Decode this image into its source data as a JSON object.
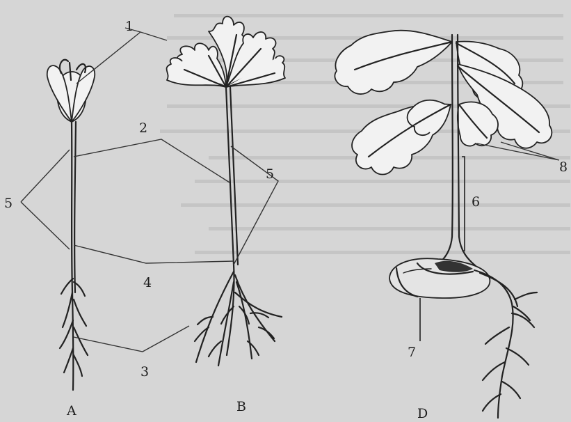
{
  "labels": {
    "n1": "1",
    "n2": "2",
    "n3": "3",
    "n4": "4",
    "n5_left": "5",
    "n5_right": "5",
    "n6": "6",
    "n7": "7",
    "n8": "8",
    "A": "A",
    "B": "B",
    "D": "D"
  },
  "colors": {
    "background": "#d6d6d6",
    "ink": "#222222",
    "bleed_through": "#a6a6a6"
  }
}
